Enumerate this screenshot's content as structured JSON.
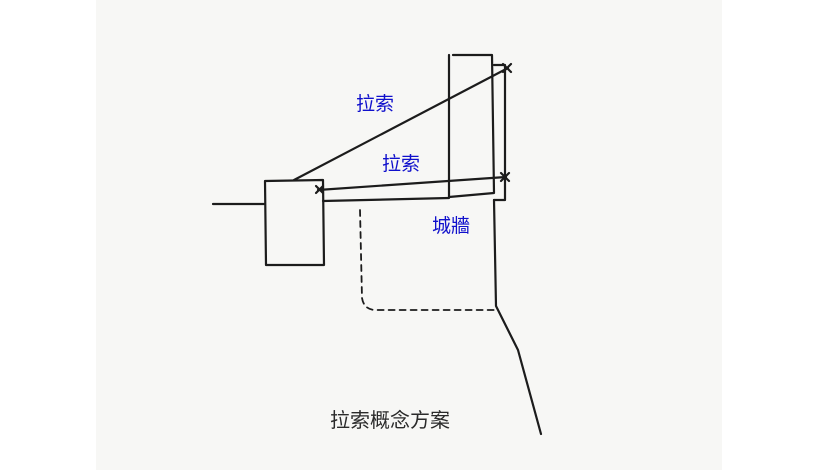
{
  "diagram": {
    "label_upper_cable": "拉索",
    "label_lower_cable": "拉索",
    "label_wall": "城牆",
    "caption": "拉索概念方案"
  },
  "colors": {
    "paper": "#f7f7f5",
    "ink": "#1c1c1c",
    "label": "#1010cc",
    "caption": "#2a2a2a"
  }
}
